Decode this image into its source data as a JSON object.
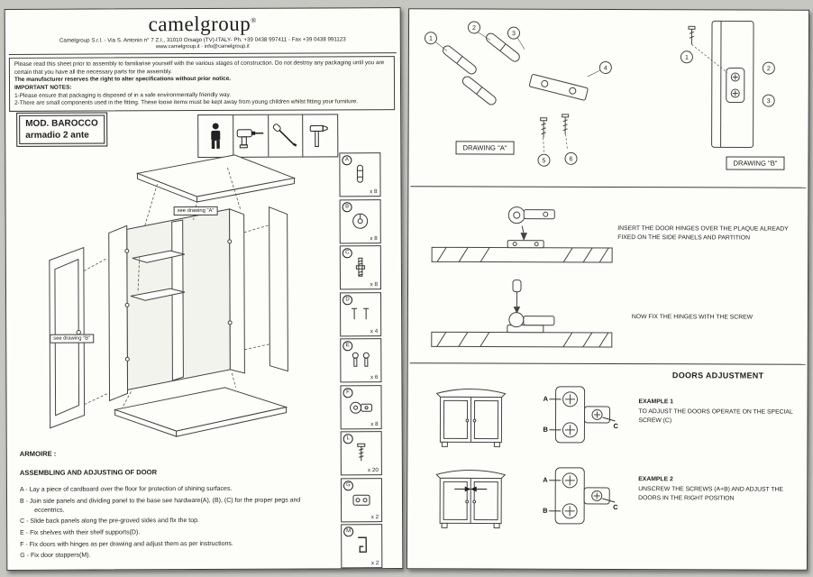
{
  "colors": {
    "paper": "#fdfdfa",
    "ink": "#1d1d1d"
  },
  "left": {
    "logo": "camelgroup",
    "logo_reg": "®",
    "address": "Camelgroup S.r.l. - Via S. Antonio n° 7 Z.I., 31010 Orsago (TV)-ITALY- Ph. +39 0438 997411 - Fax +39 0438 991123",
    "website": "www.camelgroup.it  -  info@camelgroup.it",
    "notice": {
      "intro": "Please read this sheet prior to assembly to familiarise yourself with the various stages of construction. Do not destroy any packaging until you are certain that you have all the necessary parts for the assembly.",
      "rights": "The manufacturer reserves the right to alter specifications without prior notice.",
      "important": "IMPORTANT NOTES:",
      "note1": "1-Please ensure that packaging is disposed of in a safe environmentally friendly way.",
      "note2": "2-There are small components used in the fitting. These loose items must be kept away from young children whilst fitting your furniture."
    },
    "model": {
      "line1": "MOD.  BAROCCO",
      "line2": "armadio 2 ante"
    },
    "see_a": "see drawing \"A\"",
    "see_b": "see drawing \"B\"",
    "parts": [
      {
        "letter": "A",
        "qty": "x 8",
        "icon": "dowel-icon"
      },
      {
        "letter": "B",
        "qty": "x 8",
        "icon": "cam-lock-icon"
      },
      {
        "letter": "C",
        "qty": "x 8",
        "icon": "double-screw-icon"
      },
      {
        "letter": "D",
        "qty": "x 4",
        "icon": "shelf-support-icon"
      },
      {
        "letter": "E",
        "qty": "x 6",
        "icon": "peg-pair-icon"
      },
      {
        "letter": "F",
        "qty": "x 8",
        "icon": "hinge-icon"
      },
      {
        "letter": "L",
        "qty": "x 20",
        "icon": "screw-icon"
      },
      {
        "letter": "G",
        "qty": "x 2",
        "icon": "plate-icon"
      },
      {
        "letter": "M",
        "qty": "x 2",
        "icon": "door-stopper-icon"
      }
    ],
    "armoire_title": "ARMOIRE :",
    "assembly_title": "ASSEMBLING AND ADJUSTING OF DOOR",
    "steps": [
      "A - Lay a piece of cardboard over the floor for protection of shining surfaces.",
      "B - Join side panels and dividing panel to the base see hardware(A), (B), (C) for the proper pegs and eccentrics.",
      "C - Slide back panels along the pre-groved sides and fix the top.",
      "E - Fix shelves with their shelf supports(D).",
      "F - Fix doors with hinges as per drawing and adjust them as per instructions.",
      "G - Fix door stoppers(M)."
    ]
  },
  "right": {
    "drawing_a": "DRAWING \"A\"",
    "drawing_b": "DRAWING \"B\"",
    "callouts_a": [
      "1",
      "2",
      "3",
      "4",
      "5",
      "6"
    ],
    "callouts_b": [
      "1",
      "2",
      "3"
    ],
    "insert_text": "INSERT THE DOOR HINGES OVER THE PLAQUE ALREADY FIXED ON THE SIDE PANELS AND PARTITION",
    "fix_text": "NOW FIX THE HINGES WITH THE SCREW",
    "adjust_title": "DOORS ADJUSTMENT",
    "example1_title": "EXAMPLE 1",
    "example1_text": "TO ADJUST THE DOORS OPERATE ON THE SPECIAL SCREW  (C)",
    "example2_title": "EXAMPLE  2",
    "example2_text": "UNSCREW THE SCREWS (A+B) AND ADJUST THE DOORS IN THE RIGHT POSITION",
    "hinge_labels": [
      "A",
      "B",
      "C"
    ]
  }
}
